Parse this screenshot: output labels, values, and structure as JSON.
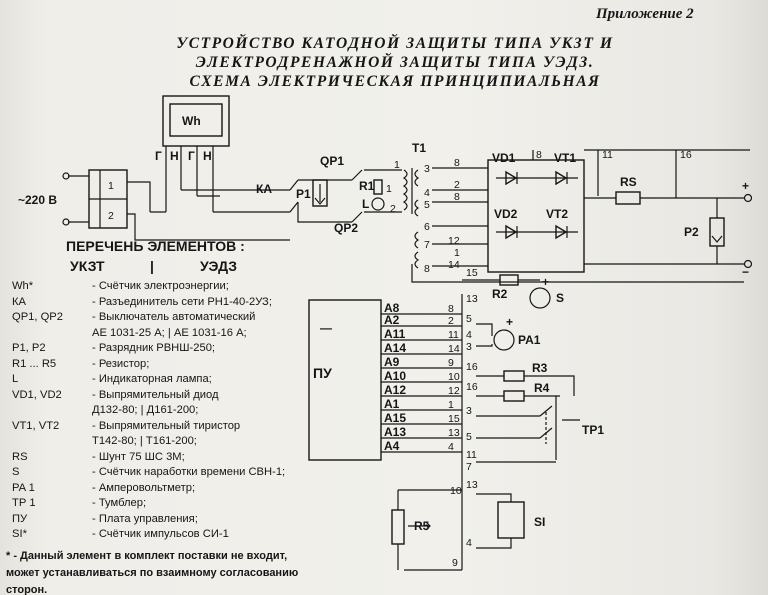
{
  "header": {
    "appendix": "Приложение  2",
    "title_lines": [
      "УСТРОЙСТВО КАТОДНОЙ ЗАЩИТЫ ТИПА УКЗТ И",
      "ЭЛЕКТРОДРЕНАЖНОЙ ЗАЩИТЫ ТИПА УЭДЗ.",
      "СХЕМА ЭЛЕКТРИЧЕСКАЯ ПРИНЦИПИАЛЬНАЯ"
    ]
  },
  "schematic": {
    "wh": "Wh",
    "wh_pins": [
      "Г",
      "Н",
      "Г",
      "Н"
    ],
    "mains": "~220 В",
    "terminal_1": "1",
    "terminal_2": "2",
    "ka": "КА",
    "qp1": "QP1",
    "qp2": "QP2",
    "p1": "P1",
    "r1": "R1",
    "l": "L",
    "r1_pin1": "1",
    "l_pin2": "2",
    "t1": "T1",
    "t1_pin1": "1",
    "t1_sec": [
      "3",
      "4",
      "5",
      "6",
      "7",
      "8"
    ],
    "t1_right": [
      "8",
      "2",
      "8",
      "12",
      "1",
      "14"
    ],
    "vd1": "VD1",
    "vt1": "VT1",
    "vd2": "VD2",
    "vt2": "VT2",
    "rs": "RS",
    "p2": "P2",
    "top_nums": [
      "8",
      "11",
      "16"
    ],
    "plus": "+",
    "minus": "−",
    "n15": "15",
    "r2": "R2",
    "s": "S",
    "pu": "ПУ",
    "pu_dash": "—",
    "pu_pins": [
      {
        "pin": "A8",
        "num": "8"
      },
      {
        "pin": "A2",
        "num": "2"
      },
      {
        "pin": "A11",
        "num": "11"
      },
      {
        "pin": "A14",
        "num": "14"
      },
      {
        "pin": "A9",
        "num": "9"
      },
      {
        "pin": "A10",
        "num": "10"
      },
      {
        "pin": "A12",
        "num": "12"
      },
      {
        "pin": "A1",
        "num": "1"
      },
      {
        "pin": "A15",
        "num": "15"
      },
      {
        "pin": "A13",
        "num": "13"
      },
      {
        "pin": "A4",
        "num": "4"
      }
    ],
    "right_nums": [
      "13",
      "5",
      "4",
      "3",
      "16",
      "16",
      "3",
      "5",
      "11",
      "7",
      "13",
      "4"
    ],
    "n10": "10",
    "n9": "9",
    "pa1": "PA1",
    "r3": "R3",
    "r4": "R4",
    "tp1": "TP1",
    "r5": "R5",
    "si": "SI"
  },
  "list": {
    "title": "ПЕРЕЧЕНЬ  ЭЛЕМЕНТОВ :",
    "col_left": "УКЗТ",
    "sep": "|",
    "col_right": "УЭДЗ",
    "items": [
      {
        "code": "Wh*",
        "desc": "- Счётчик электроэнергии;"
      },
      {
        "code": "КА",
        "desc": "- Разъединитель сети  РН1-40-2УЗ;"
      },
      {
        "code": "QP1, QP2",
        "desc": "- Выключатель автоматический"
      },
      {
        "code": "",
        "desc": "АЕ 1031-25 А;      |          АЕ 1031-16 А;"
      },
      {
        "code": "P1, P2",
        "desc": "- Разрядник РВНШ-250;"
      },
      {
        "code": "R1 ... R5",
        "desc": "- Резистор;"
      },
      {
        "code": "L",
        "desc": "- Индикаторная лампа;"
      },
      {
        "code": "VD1, VD2",
        "desc": "- Выпрямительный диод"
      },
      {
        "code": "",
        "desc": "Д132-80;             |            Д161-200;"
      },
      {
        "code": "VT1, VT2",
        "desc": "- Выпрямительный тиристор"
      },
      {
        "code": "",
        "desc": "Т142-80;             |            Т161-200;"
      },
      {
        "code": "RS",
        "desc": "- Шунт 75 ШС 3М;"
      },
      {
        "code": "S",
        "desc": "- Счётчик наработки времени СВН-1;"
      },
      {
        "code": "PA 1",
        "desc": "- Амперовольтметр;"
      },
      {
        "code": "ТР 1",
        "desc": "- Тумблер;"
      },
      {
        "code": "ПУ",
        "desc": "- Плата управления;"
      },
      {
        "code": "SI*",
        "desc": "- Счётчик импульсов СИ-1"
      }
    ],
    "note": "* - Данный элемент в комплект поставки не входит, может устанавливаться по взаимному согласованию сторон."
  }
}
